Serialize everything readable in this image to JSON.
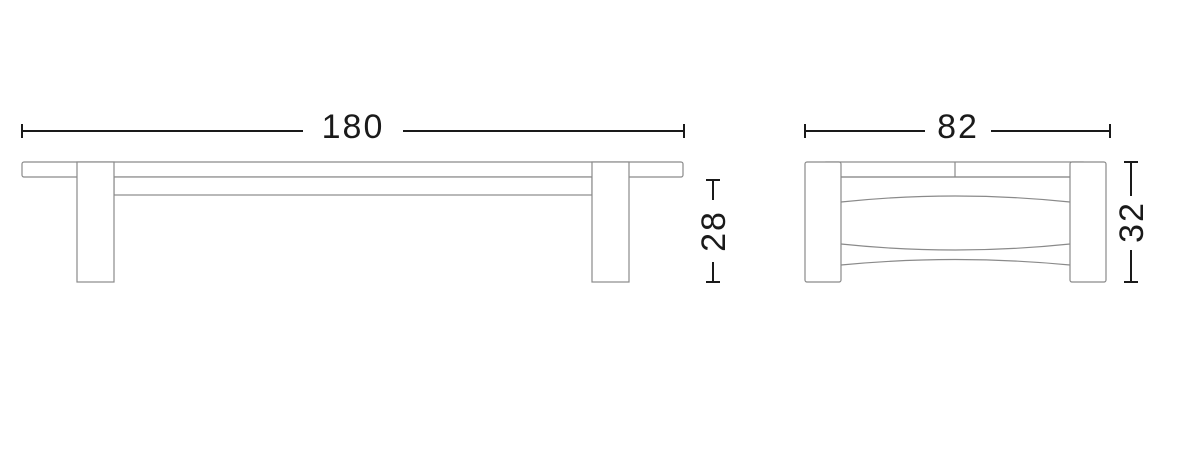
{
  "colors": {
    "outline": "#8a8a8a",
    "dimension": "#1a1a1a",
    "background": "#ffffff"
  },
  "dimensions": {
    "front_length": "180",
    "front_height": "28",
    "side_depth": "82",
    "side_height": "32"
  }
}
